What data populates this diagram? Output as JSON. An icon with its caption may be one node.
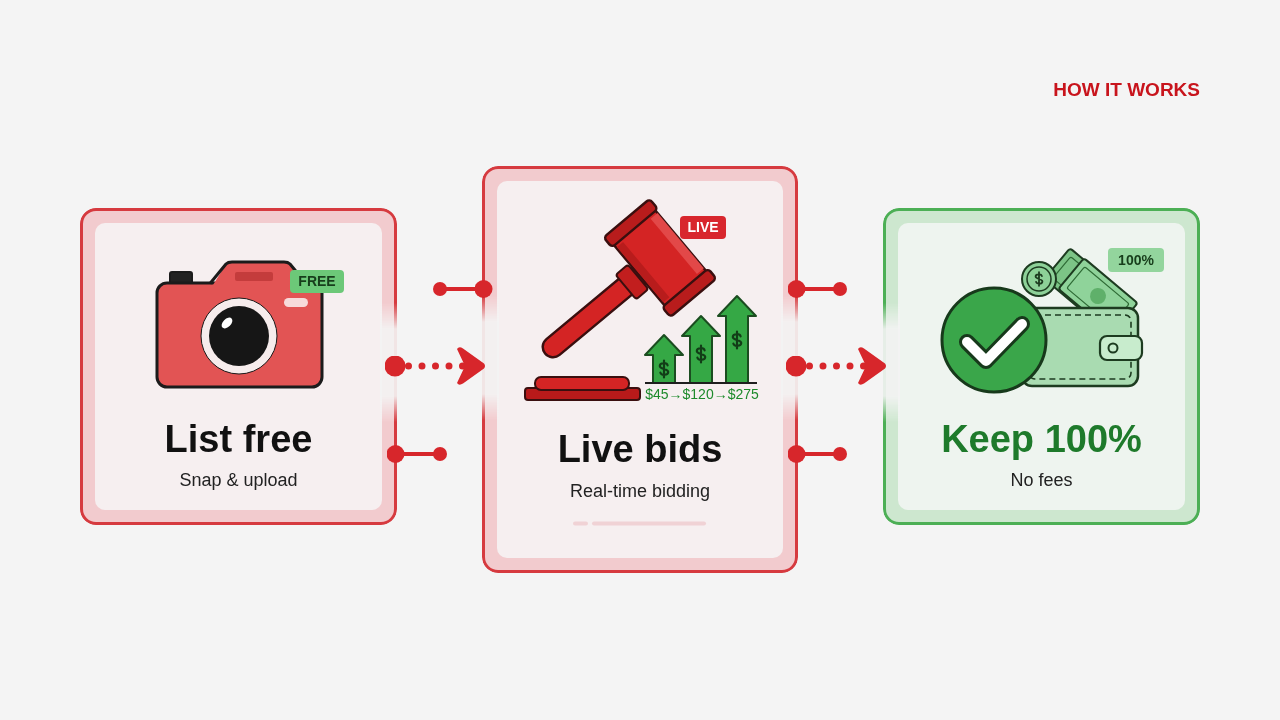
{
  "diagram": {
    "title": "HOW IT WORKS",
    "nodes": [
      {
        "text": [
          "List free",
          "Snap & upload"
        ]
      },
      {
        "text": [
          "FREE"
        ],
        "in": 0
      },
      {
        "text": [
          "$45→$120→$275",
          "Live bids",
          "Real-time bidding"
        ]
      },
      {
        "text": [
          "LIVE"
        ],
        "in": 2
      },
      {
        "text": [
          "Keep 100%",
          "No fees"
        ]
      },
      {
        "text": [
          "100%"
        ],
        "in": 4
      }
    ],
    "edges": [
      {
        "from": 0,
        "to": 2,
        "arrow": "to",
        "style": "dashed"
      },
      {
        "from": 2,
        "to": 4,
        "arrow": "to",
        "style": "dashed"
      },
      {
        "from": null,
        "to": 2,
        "arrow": "other"
      },
      {
        "from": 0,
        "to": null,
        "arrow": "other"
      },
      {
        "from": 2,
        "to": null,
        "arrow": "other"
      },
      {
        "from": 2,
        "to": null,
        "arrow": "other"
      }
    ]
  }
}
